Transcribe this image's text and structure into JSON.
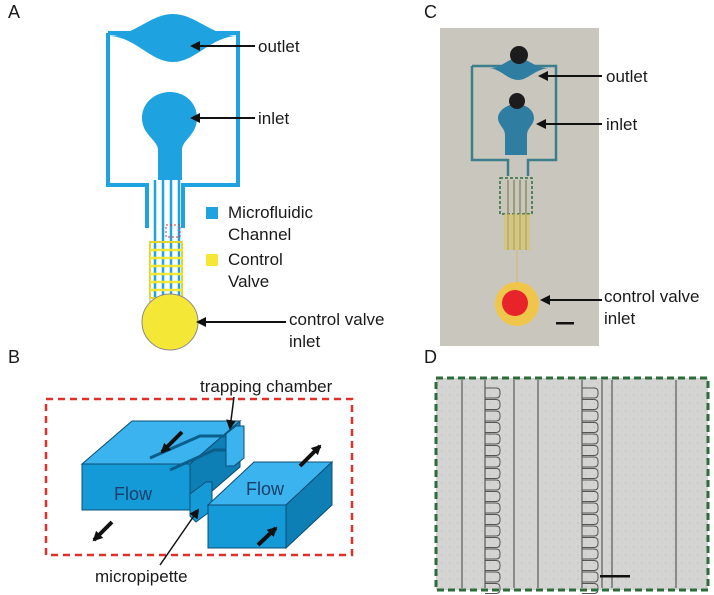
{
  "panels": {
    "a": {
      "letter": "A",
      "outlet": "outlet",
      "inlet": "inlet",
      "legend_channel_1": "Microfluidic",
      "legend_channel_2": "Channel",
      "legend_valve_1": "Control",
      "legend_valve_2": "Valve",
      "valve_inlet_1": "control valve",
      "valve_inlet_2": "inlet"
    },
    "b": {
      "letter": "B",
      "trapping": "trapping chamber",
      "flow_left": "Flow",
      "flow_right": "Flow",
      "micropipette": "micropipette"
    },
    "c": {
      "letter": "C",
      "outlet": "outlet",
      "inlet": "inlet",
      "valve_inlet_1": "control valve",
      "valve_inlet_2": "inlet"
    },
    "d": {
      "letter": "D"
    }
  },
  "colors": {
    "channel": "#1ea3e0",
    "valve": "#f4e736",
    "red_box": "#e0302a",
    "green_box": "#2e6b3b"
  }
}
